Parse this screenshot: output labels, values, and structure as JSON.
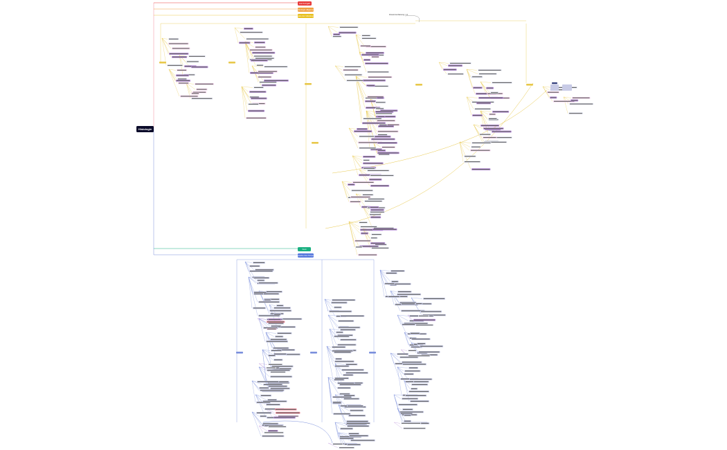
{
  "root": {
    "label": "Histologie"
  },
  "branches": [
    {
      "id": "b1",
      "label": "Hat fudrgaft",
      "color": "#e83a3a"
    },
    {
      "id": "b2",
      "label": "Histologie allgemein",
      "color": "#f0a040"
    },
    {
      "id": "b3",
      "label": "Basis der Histologie",
      "color": "#e8c020"
    },
    {
      "id": "b4",
      "label": "Fest",
      "color": "#19b080"
    },
    {
      "id": "b5",
      "label": "Gewebe des Körpers",
      "color": "#5577dd"
    }
  ],
  "side_note": {
    "label": "Zusammenfassung: 1 2"
  },
  "colors": {
    "yellow": "#e8c84a",
    "blue": "#7a8fdc",
    "pink": "#f08a9a",
    "purple": "#b58ad8",
    "gray": "#c8cbe6",
    "root": "#0b0b2a"
  }
}
